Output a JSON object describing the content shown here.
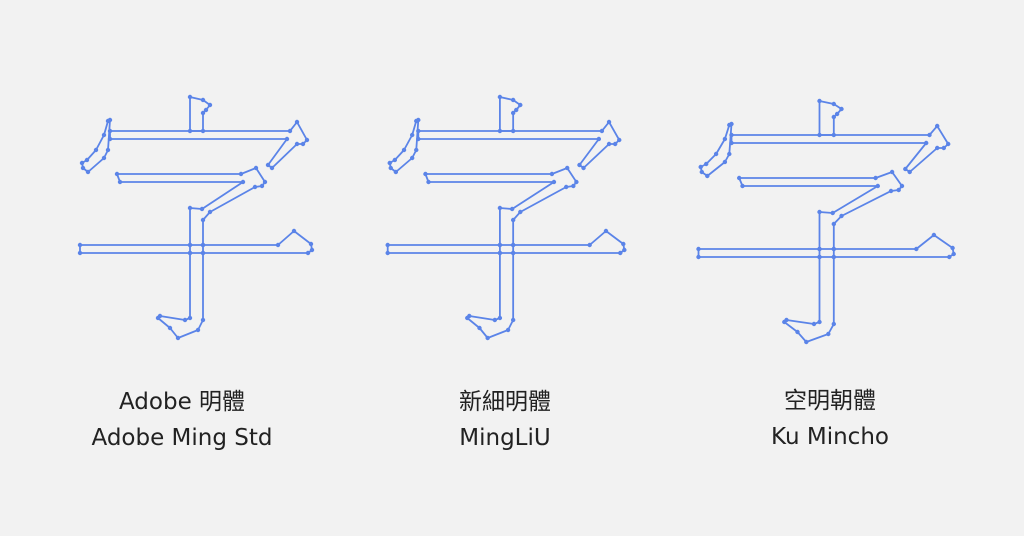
{
  "glyph_character": "字",
  "outline_color": "#5b84e8",
  "background_color": "#f2f2f2",
  "fonts": [
    {
      "name_line1": "Adobe 明體",
      "name_line2": "Adobe Ming Std"
    },
    {
      "name_line1": "新細明體",
      "name_line2": "MingLiU"
    },
    {
      "name_line1": "空明朝體",
      "name_line2": "Ku Mincho"
    }
  ]
}
